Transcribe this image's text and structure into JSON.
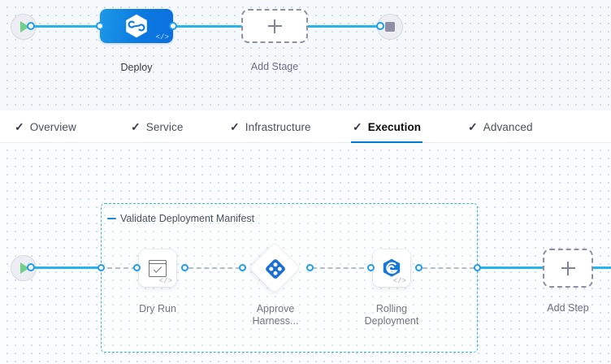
{
  "stage_canvas": {
    "start_node": {
      "icon": "play-icon"
    },
    "end_node": {
      "icon": "stop-icon"
    },
    "stage": {
      "label": "Deploy",
      "icon": "harness-deploy-hexagon-icon",
      "code_badge": "</>"
    },
    "add_stage": {
      "label": "Add Stage",
      "icon": "plus-icon"
    }
  },
  "tabs": [
    {
      "label": "Overview",
      "icon": "check-icon",
      "active": false
    },
    {
      "label": "Service",
      "icon": "check-icon",
      "active": false
    },
    {
      "label": "Infrastructure",
      "icon": "check-icon",
      "active": false
    },
    {
      "label": "Execution",
      "icon": "check-icon",
      "active": true
    },
    {
      "label": "Advanced",
      "icon": "check-icon",
      "active": false
    }
  ],
  "execution_canvas": {
    "start_node": {
      "icon": "play-icon"
    },
    "step_group": {
      "title": "Validate Deployment Manifest",
      "collapse_icon": "minus-icon"
    },
    "steps": [
      {
        "label": "Dry Run",
        "icon": "shell-script-check-icon",
        "shape": "rounded-square",
        "code_badge": "</>"
      },
      {
        "label": "Approve\nHarness...",
        "icon": "harness-approval-icon",
        "shape": "diamond",
        "code_badge": ""
      },
      {
        "label": "Rolling\nDeployment",
        "icon": "rolling-deployment-icon",
        "shape": "rounded-square",
        "code_badge": "</>"
      }
    ],
    "add_step": {
      "label": "Add Step",
      "icon": "plus-icon"
    }
  },
  "colors": {
    "accent_blue": "#0278d5",
    "link_blue": "#28b3eb",
    "connector_blue": "#1f9cf0",
    "group_border": "#30b5ec",
    "label_text": "#383946",
    "muted_text": "#6b6d85",
    "canvas_bg": "#f7fafc",
    "dot_grid": "#c8d2dd"
  }
}
